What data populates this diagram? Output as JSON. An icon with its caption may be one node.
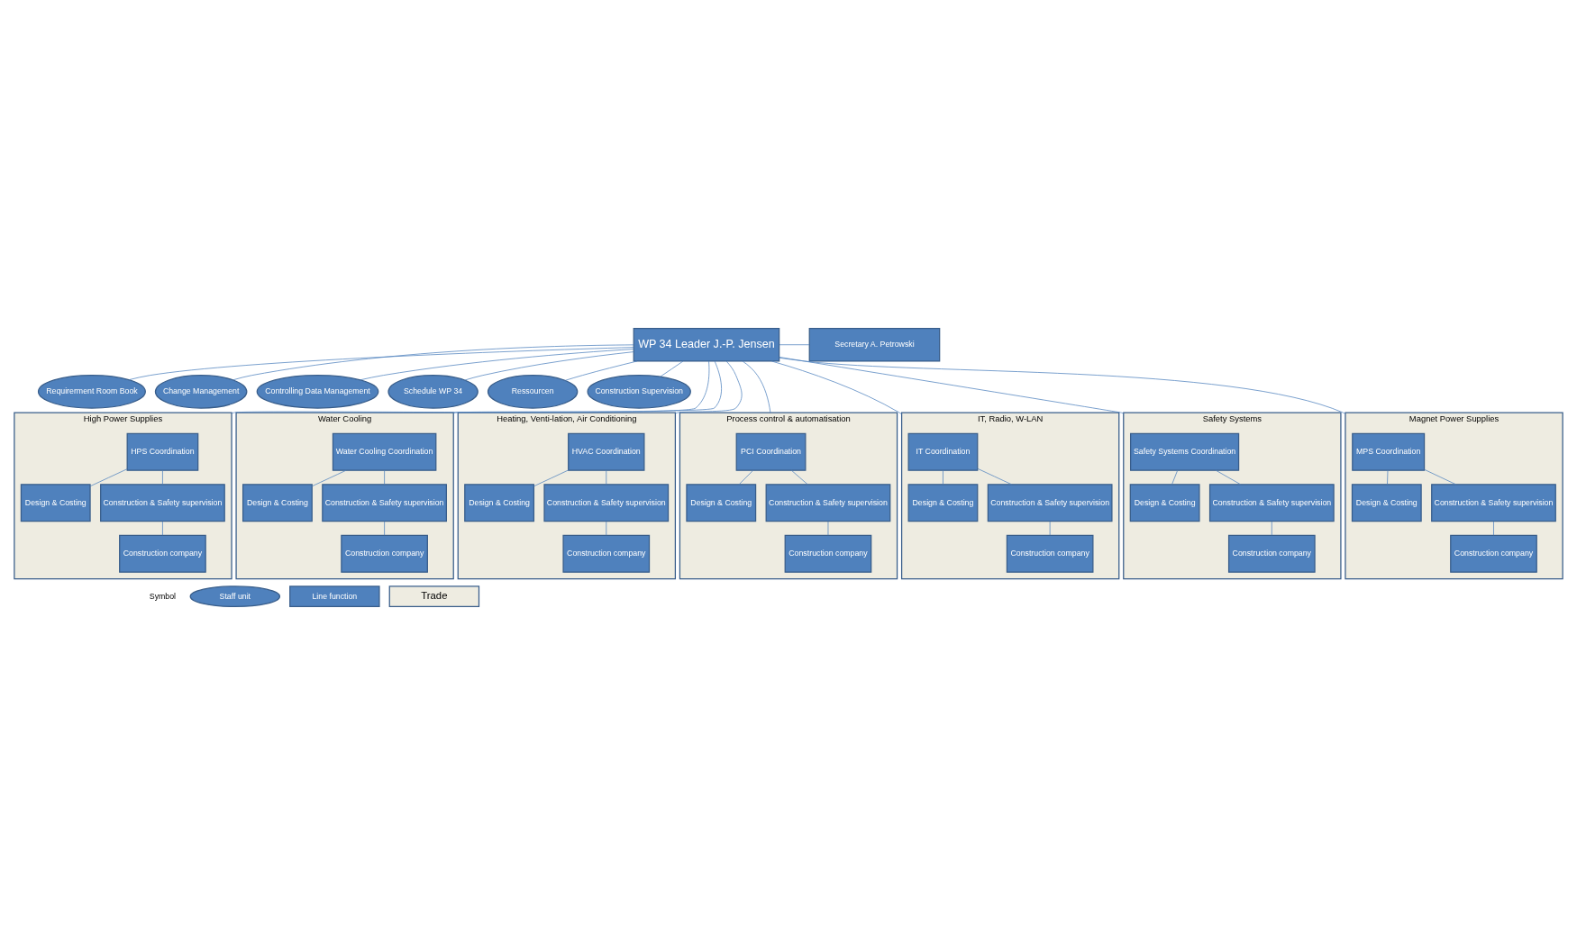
{
  "diagram": {
    "nodes": [
      {
        "text": [
          "WP 34 Leader J.-P. Jensen"
        ]
      },
      {
        "text": [
          "Secretary A. Petrowski"
        ]
      },
      {
        "text": [
          "Requirerment Room Book"
        ]
      },
      {
        "text": [
          "Change Management"
        ]
      },
      {
        "text": [
          "Controlling Data Management"
        ]
      },
      {
        "text": [
          "Schedule WP 34"
        ]
      },
      {
        "text": [
          "Ressourcen"
        ]
      },
      {
        "text": [
          "Construction Supervision"
        ]
      },
      {
        "text": [
          "High Power Supplies"
        ]
      },
      {
        "text": [
          "HPS Coordination"
        ],
        "in": 8
      },
      {
        "text": [
          "Design & Costing"
        ],
        "in": 8
      },
      {
        "text": [
          "Construction & Safety supervision"
        ],
        "in": 8
      },
      {
        "text": [
          "Construction company"
        ],
        "in": 8
      },
      {
        "text": [
          "Water Cooling"
        ]
      },
      {
        "text": [
          "Water Cooling Coordination"
        ],
        "in": 13
      },
      {
        "text": [
          "Design & Costing"
        ],
        "in": 13
      },
      {
        "text": [
          "Construction & Safety supervision"
        ],
        "in": 13
      },
      {
        "text": [
          "Construction company"
        ],
        "in": 13
      },
      {
        "text": [
          "Heating, Venti-lation, Air Conditioning"
        ]
      },
      {
        "text": [
          "HVAC Coordination"
        ],
        "in": 18
      },
      {
        "text": [
          "Design & Costing"
        ],
        "in": 18
      },
      {
        "text": [
          "Construction & Safety supervision"
        ],
        "in": 18
      },
      {
        "text": [
          "Construction company"
        ],
        "in": 18
      },
      {
        "text": [
          "Process control & automatisation"
        ]
      },
      {
        "text": [
          "PCI Coordination"
        ],
        "in": 23
      },
      {
        "text": [
          "Design & Costing"
        ],
        "in": 23
      },
      {
        "text": [
          "Construction & Safety supervision"
        ],
        "in": 23
      },
      {
        "text": [
          "Construction company"
        ],
        "in": 23
      },
      {
        "text": [
          "IT, Radio, W-LAN"
        ]
      },
      {
        "text": [
          "IT Coordination"
        ],
        "in": 28
      },
      {
        "text": [
          "Design & Costing"
        ],
        "in": 28
      },
      {
        "text": [
          "Construction & Safety supervision"
        ],
        "in": 28
      },
      {
        "text": [
          "Construction company"
        ],
        "in": 28
      },
      {
        "text": [
          "Safety Systems"
        ]
      },
      {
        "text": [
          "Safety Systems Coordination"
        ],
        "in": 33
      },
      {
        "text": [
          "Design & Costing"
        ],
        "in": 33
      },
      {
        "text": [
          "Construction & Safety supervision"
        ],
        "in": 33
      },
      {
        "text": [
          "Construction company"
        ],
        "in": 33
      },
      {
        "text": [
          "Magnet Power Supplies"
        ]
      },
      {
        "text": [
          "MPS Coordination"
        ],
        "in": 38
      },
      {
        "text": [
          "Design & Costing"
        ],
        "in": 38
      },
      {
        "text": [
          "Construction & Safety supervision"
        ],
        "in": 38
      },
      {
        "text": [
          "Construction company"
        ],
        "in": 38
      }
    ],
    "edges": [
      {
        "from": 0,
        "to": 1,
        "arrow": "none"
      },
      {
        "from": 0,
        "to": 2,
        "arrow": "none"
      },
      {
        "from": 0,
        "to": 3,
        "arrow": "none"
      },
      {
        "from": 0,
        "to": 4,
        "arrow": "none"
      },
      {
        "from": 0,
        "to": 5,
        "arrow": "none"
      },
      {
        "from": 0,
        "to": 6,
        "arrow": "none"
      },
      {
        "from": 0,
        "to": 7,
        "arrow": "none"
      },
      {
        "from": 0,
        "to": 8,
        "arrow": "none"
      },
      {
        "from": 0,
        "to": 13,
        "arrow": "none"
      },
      {
        "from": 0,
        "to": 18,
        "arrow": "none"
      },
      {
        "from": 0,
        "to": 23,
        "arrow": "none"
      },
      {
        "from": 0,
        "to": 28,
        "arrow": "none"
      },
      {
        "from": 0,
        "to": 33,
        "arrow": "none"
      },
      {
        "from": 0,
        "to": 38,
        "arrow": "none"
      },
      {
        "from": 9,
        "to": 10,
        "arrow": "none"
      },
      {
        "from": 9,
        "to": 11,
        "arrow": "none"
      },
      {
        "from": 11,
        "to": 12,
        "arrow": "none"
      },
      {
        "from": 14,
        "to": 15,
        "arrow": "none"
      },
      {
        "from": 14,
        "to": 16,
        "arrow": "none"
      },
      {
        "from": 16,
        "to": 17,
        "arrow": "none"
      },
      {
        "from": 19,
        "to": 20,
        "arrow": "none"
      },
      {
        "from": 19,
        "to": 21,
        "arrow": "none"
      },
      {
        "from": 21,
        "to": 22,
        "arrow": "none"
      },
      {
        "from": 24,
        "to": 25,
        "arrow": "none"
      },
      {
        "from": 24,
        "to": 26,
        "arrow": "none"
      },
      {
        "from": 26,
        "to": 27,
        "arrow": "none"
      },
      {
        "from": 29,
        "to": 30,
        "arrow": "none"
      },
      {
        "from": 29,
        "to": 31,
        "arrow": "none"
      },
      {
        "from": 31,
        "to": 32,
        "arrow": "none"
      },
      {
        "from": 34,
        "to": 35,
        "arrow": "none"
      },
      {
        "from": 34,
        "to": 36,
        "arrow": "none"
      },
      {
        "from": 36,
        "to": 37,
        "arrow": "none"
      },
      {
        "from": 39,
        "to": 40,
        "arrow": "none"
      },
      {
        "from": 39,
        "to": 41,
        "arrow": "none"
      },
      {
        "from": 41,
        "to": 42,
        "arrow": "none"
      }
    ],
    "labels": [
      "Symbol"
    ],
    "legend": [
      {
        "text": "Staff unit"
      },
      {
        "text": "Line function"
      },
      {
        "text": "Trade"
      }
    ]
  }
}
